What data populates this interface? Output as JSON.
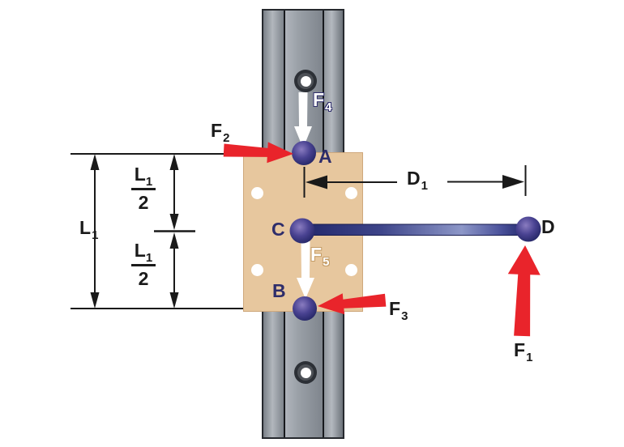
{
  "labels": {
    "point_a": "A",
    "point_b": "B",
    "point_c": "C",
    "point_d": "D",
    "force_1": {
      "base": "F",
      "sub": "1"
    },
    "force_2": {
      "base": "F",
      "sub": "2"
    },
    "force_3": {
      "base": "F",
      "sub": "3"
    },
    "force_4": {
      "base": "F",
      "sub": "4"
    },
    "force_5": {
      "base": "F",
      "sub": "5"
    },
    "dim_l1": {
      "base": "L",
      "sub": "1"
    },
    "dim_d1": {
      "base": "D",
      "sub": "1"
    },
    "frac_top": {
      "num_base": "L",
      "num_sub": "1",
      "den": "2"
    },
    "frac_bottom": {
      "num_base": "L",
      "num_sub": "1",
      "den": "2"
    }
  },
  "colors": {
    "force_arrow_red": "#e9242b",
    "white_arrow": "#ffffff",
    "joint_ball_navy": "#1b2161",
    "rod_navy": "#23286b",
    "plate_tan": "#e7c79e",
    "rail_gray": "#9aa0a7",
    "dimension_black": "#1a1a1a",
    "label_navy": "#2e2d6b",
    "label_black": "#1a1a1a",
    "label_white": "#ffffff"
  }
}
